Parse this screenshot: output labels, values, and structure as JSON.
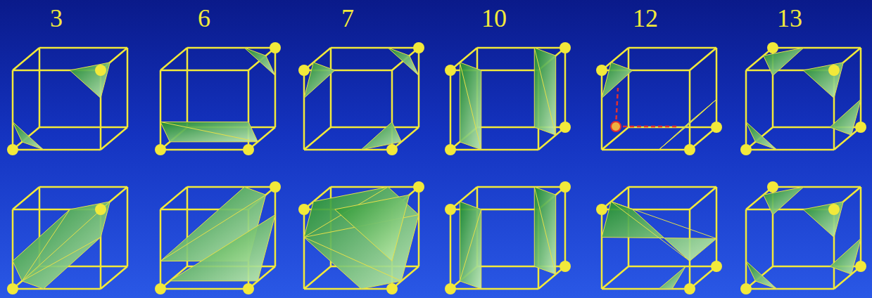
{
  "diagram": {
    "labels": [
      "3",
      "6",
      "7",
      "10",
      "12",
      "13"
    ]
  }
}
